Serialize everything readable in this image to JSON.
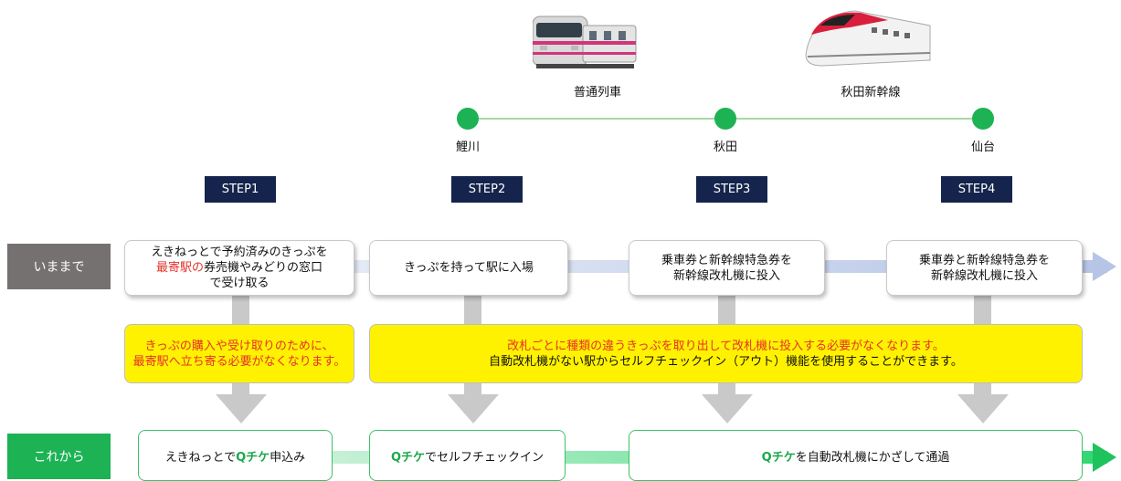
{
  "trains": {
    "local": {
      "label": "普通列車"
    },
    "shinkansen": {
      "label": "秋田新幹線"
    }
  },
  "stations": [
    "鯉川",
    "秋田",
    "仙台"
  ],
  "steps": [
    "STEP1",
    "STEP2",
    "STEP3",
    "STEP4"
  ],
  "rows": {
    "now": "いままで",
    "future": "これから"
  },
  "now_boxes": {
    "b1": {
      "line1": "えきねっとで予約済みのきっぷを",
      "line2_red": "最寄駅の",
      "line2_rest": "券売機やみどりの窓口",
      "line3": "で受け取る"
    },
    "b2": {
      "text": "きっぷを持って駅に入場"
    },
    "b3": {
      "line1": "乗車券と新幹線特急券を",
      "line2": "新幹線改札機に投入"
    },
    "b4": {
      "line1": "乗車券と新幹線特急券を",
      "line2": "新幹線改札機に投入"
    }
  },
  "notes": {
    "n1": {
      "line1": "きっぷの購入や受け取りのために、",
      "line2": "最寄駅へ立ち寄る必要がなくなります。"
    },
    "n2": {
      "line1": "改札ごとに種類の違うきっぷを取り出して改札機に投入する必要がなくなります。",
      "line2": "自動改札機がない駅からセルフチェックイン（アウト）機能を使用することができます。"
    }
  },
  "future_boxes": {
    "f1": {
      "pre": "えきねっとで",
      "q": "Qチケ",
      "post": "申込み"
    },
    "f2": {
      "q": "Qチケ",
      "post": "でセルフチェックイン"
    },
    "f3": {
      "q": "Qチケ",
      "post": "を自動改札機にかざして通過"
    }
  },
  "colors": {
    "step_bg": "#14244c",
    "now_label_bg": "#757171",
    "future_label_bg": "#1db254",
    "note_bg": "#fff200",
    "highlight_red": "#e53128",
    "qticket_green": "#1aa84a"
  }
}
